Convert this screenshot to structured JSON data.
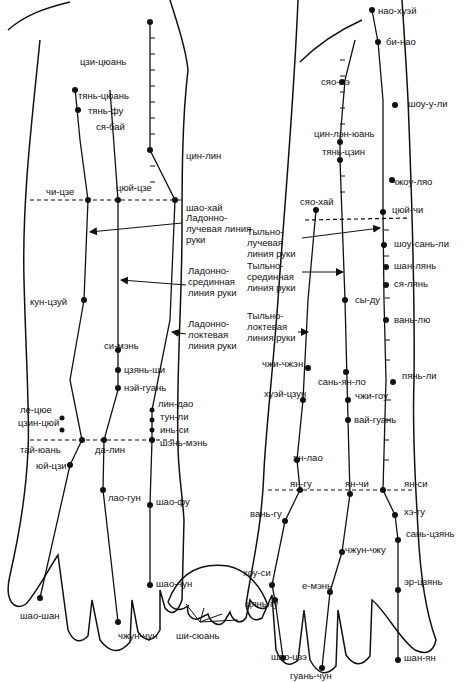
{
  "diagram": {
    "labels": [
      "цзи-цюань",
      "тянь-цюань",
      "тянь-фу",
      "ся-бай",
      "цин-лин",
      "чи-цзе",
      "цюй-цзе",
      "шао-хай",
      "Ладонно-лучевая линия руки",
      "Ладонно-срединная линия руки",
      "Ладонно-локтевая линия руки",
      "кун-цзуй",
      "си-мэнь",
      "цзянь-ши",
      "нэй-гуань",
      "ле-цюе",
      "цзин-цюй",
      "тай-юань",
      "лин-дао",
      "тун-ли",
      "инь-си",
      "шэнь-мэнь",
      "да-лин",
      "юй-цзи",
      "лао-гун",
      "шао-фу",
      "шао-шан",
      "шао-чун",
      "ши-сюань",
      "чжун-чун",
      "нао-хуэй",
      "би-нао",
      "сяо-лэ",
      "шоу-у-ли",
      "цин-лэн-юань",
      "тянь-цзин",
      "чжоу-ляо",
      "сяо-хай",
      "цюй-чи",
      "Тыльно-лучевая линия руки",
      "шоу-сань-ли",
      "Тыльно-срединная линия руки",
      "шан-лянь",
      "ся-лянь",
      "сы-ду",
      "Тыльно-локтевая линия руки",
      "вань-лю",
      "чжи-чжэн",
      "сань-ян-ло",
      "хуэй-цзун",
      "чжи-гоу",
      "пянь-ли",
      "вай-гуань",
      "ян-лао",
      "ян-гу",
      "ян-чи",
      "ян-си",
      "вань-гу",
      "хэ-гу",
      "сань-цзянь",
      "хоу-си",
      "чжун-чжу",
      "е-мэнь",
      "эр-цзянь",
      "цянь-гу",
      "шао-цзэ",
      "шан-ян",
      "гуань-чун"
    ]
  }
}
